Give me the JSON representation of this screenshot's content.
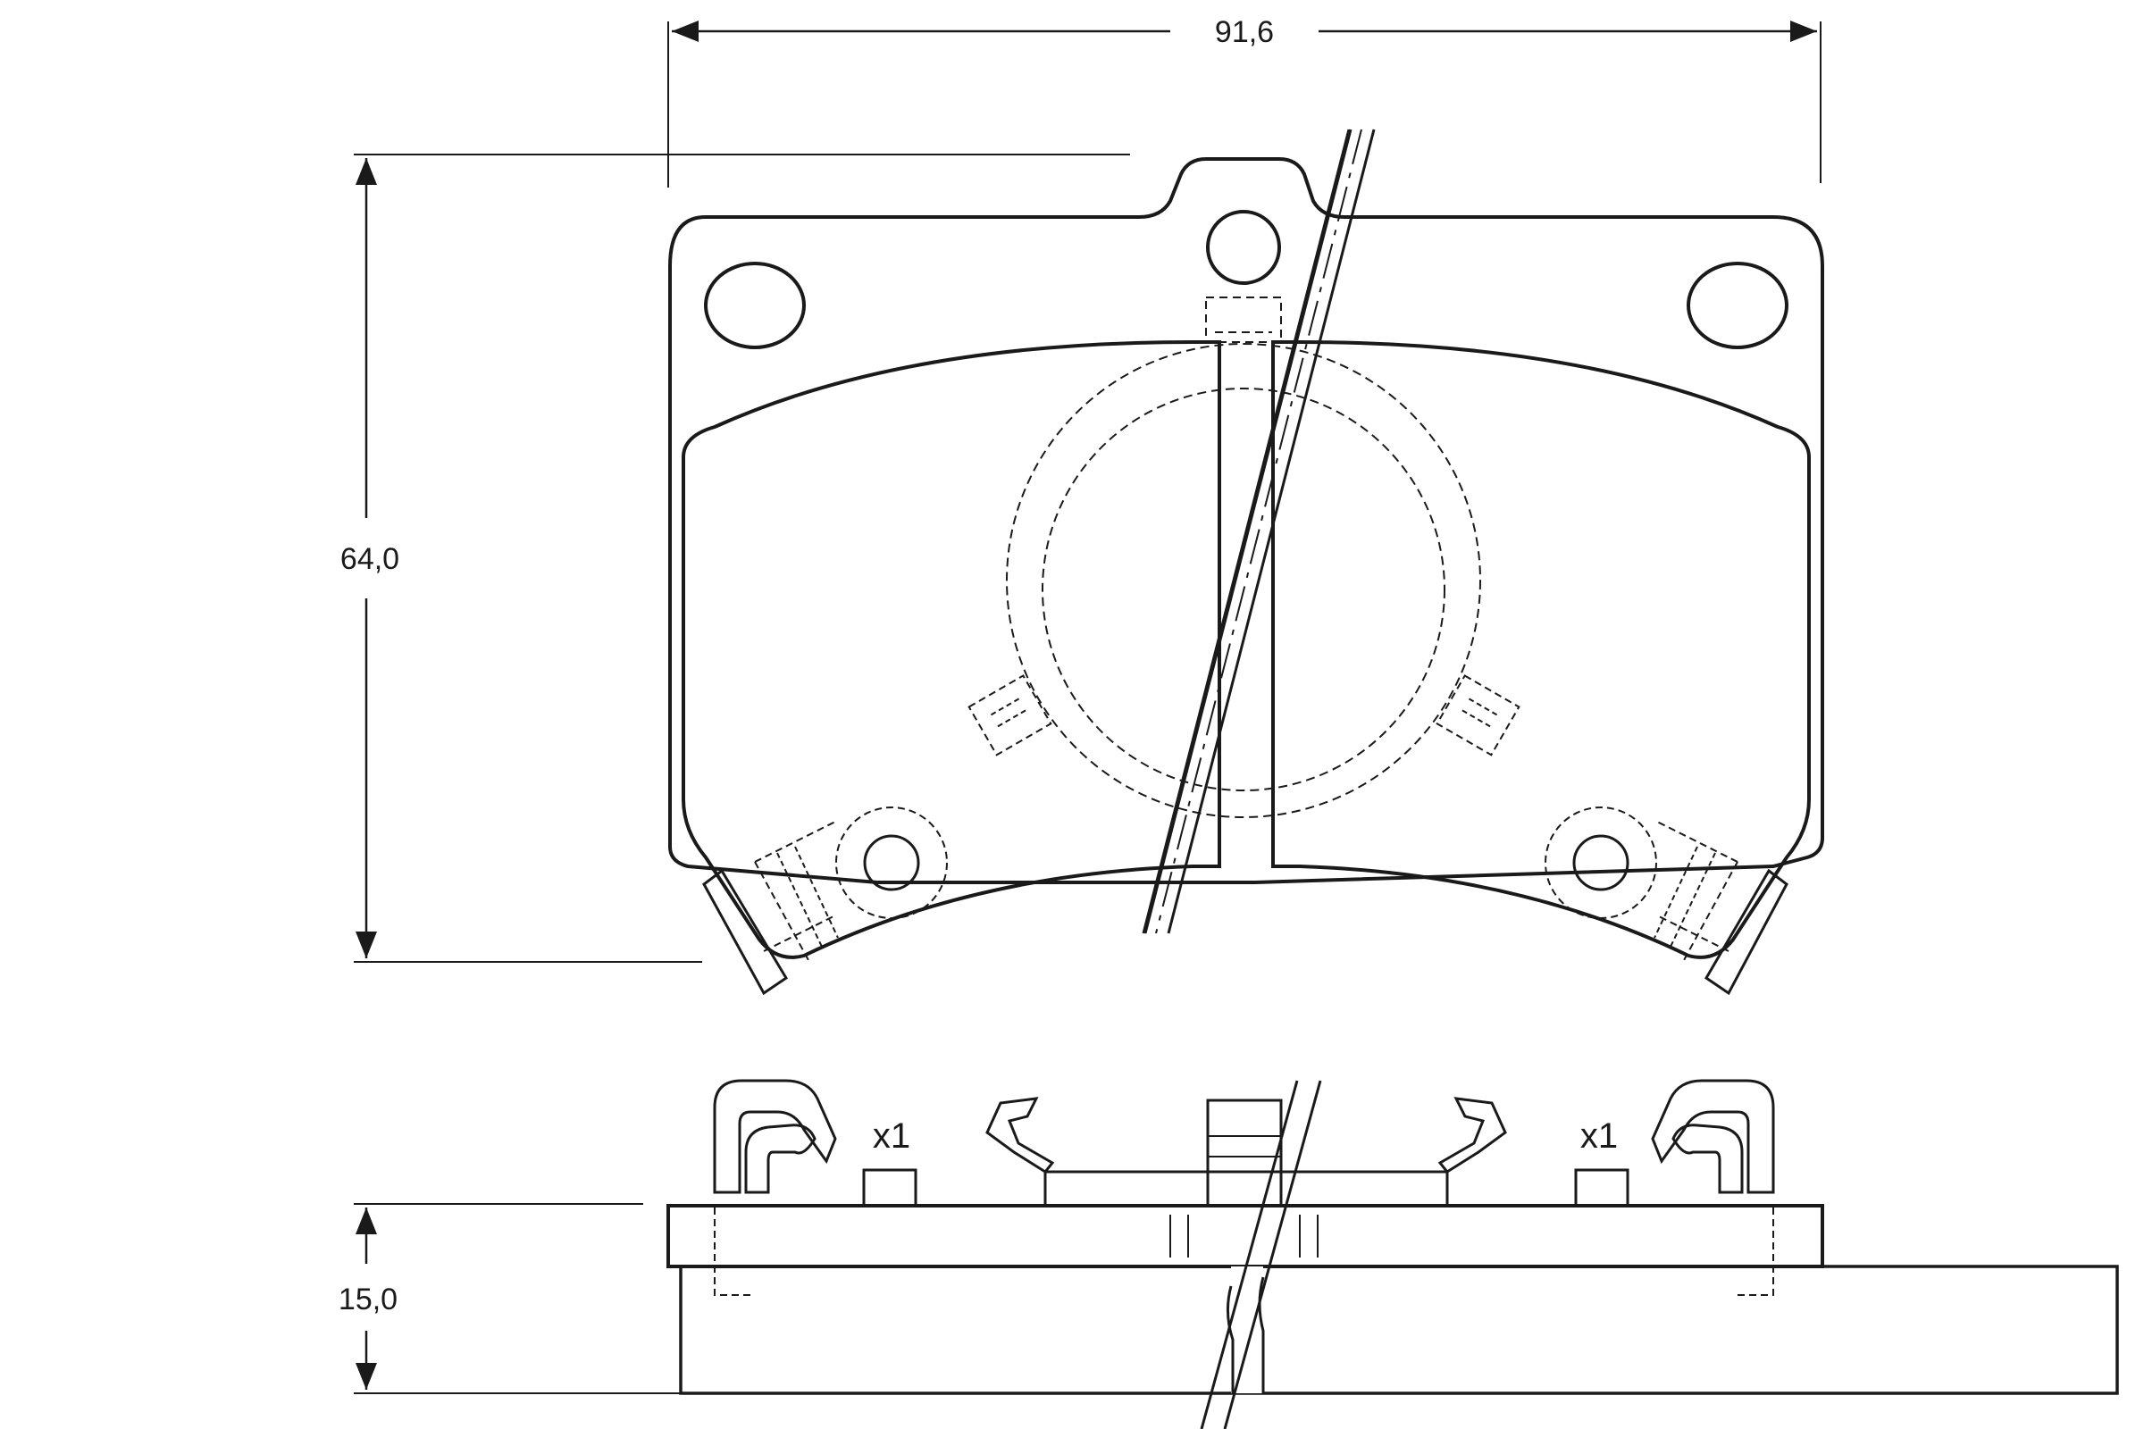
{
  "dimensions": {
    "width": "91,6",
    "height": "64,0",
    "thickness": "15,0"
  },
  "quantity_labels": {
    "left": "x1",
    "right": "x1"
  },
  "colors": {
    "friction_material": "#fdf1bb",
    "line": "#1a1a1a",
    "background": "#ffffff"
  }
}
